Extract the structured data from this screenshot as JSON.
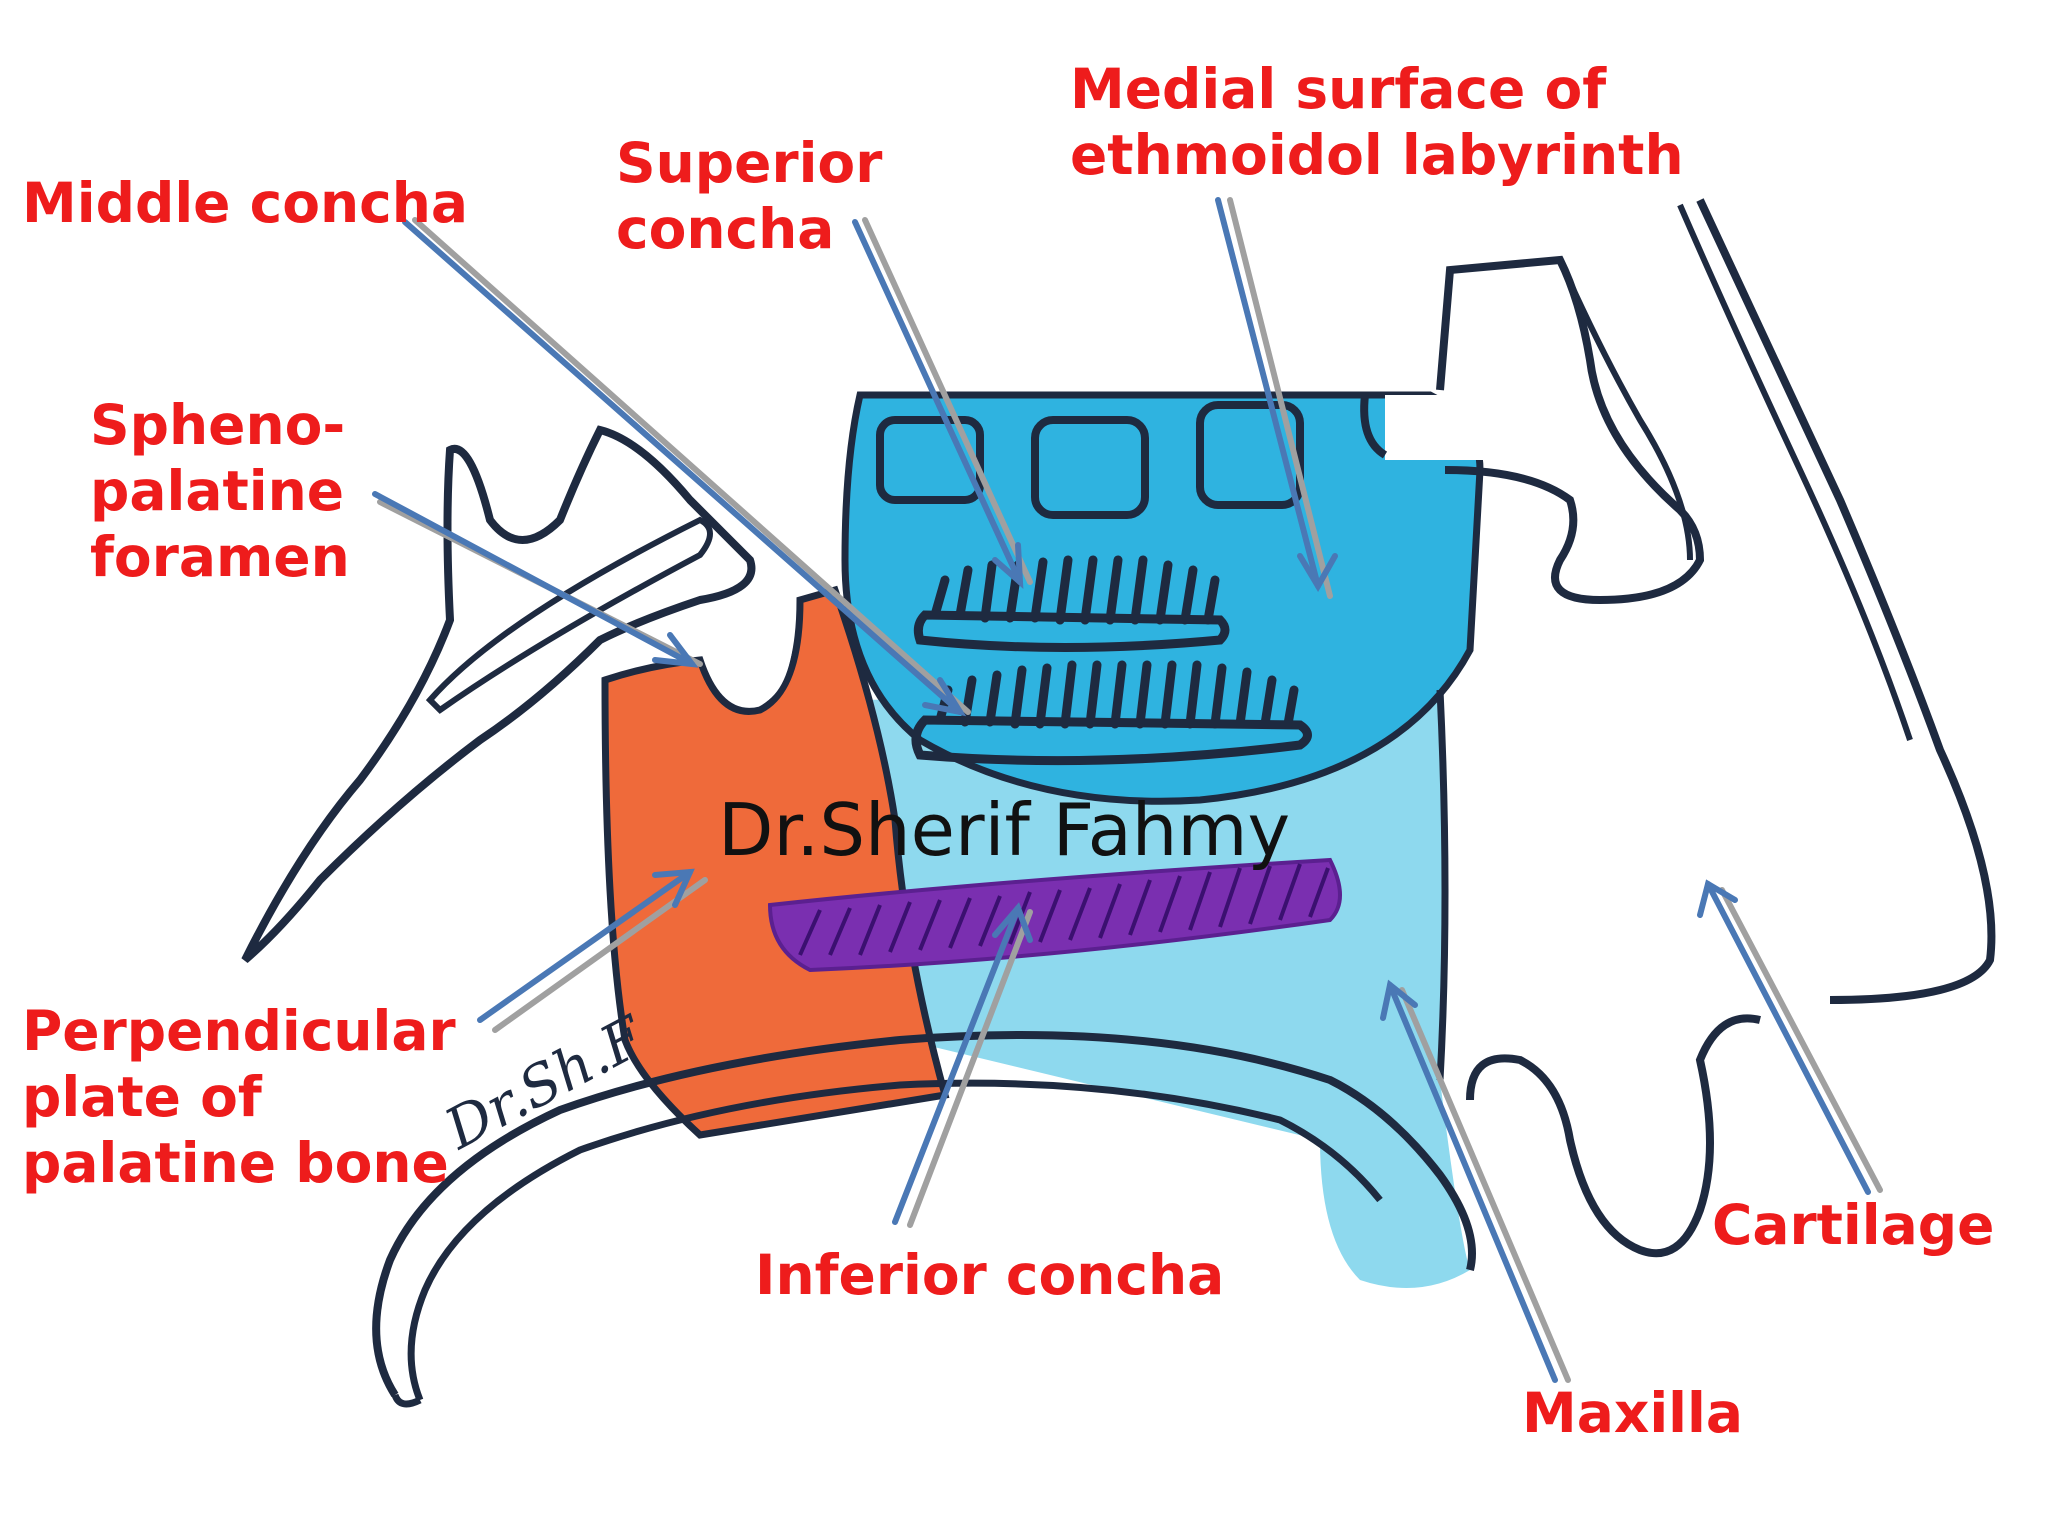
{
  "labels": {
    "middle_concha": "Middle concha",
    "superior_concha": [
      "Superior",
      "concha"
    ],
    "medial_surface": [
      "Medial surface of",
      "ethmoidol labyrinth"
    ],
    "sphenopalatine": [
      "Spheno-",
      "palatine",
      "foramen"
    ],
    "perpendicular_plate": [
      "Perpendicular",
      "plate of",
      "palatine bone"
    ],
    "inferior_concha": "Inferior concha",
    "maxilla": "Maxilla",
    "cartilage": "Cartilage"
  },
  "watermark": "Dr.Sherif Fahmy",
  "signature": "Dr.Sh.F",
  "colors": {
    "label_red": "#ee1c1c",
    "arrow_blue": "#4a78b5",
    "arrow_gray": "#a0a0a0",
    "outline": "#1e2a40",
    "ethmoid_blue": "#2fb3e0",
    "maxilla_lightblue": "#8ed9ee",
    "palatine_orange": "#ef6a3a",
    "inferior_concha_purple": "#7a2fb0"
  }
}
